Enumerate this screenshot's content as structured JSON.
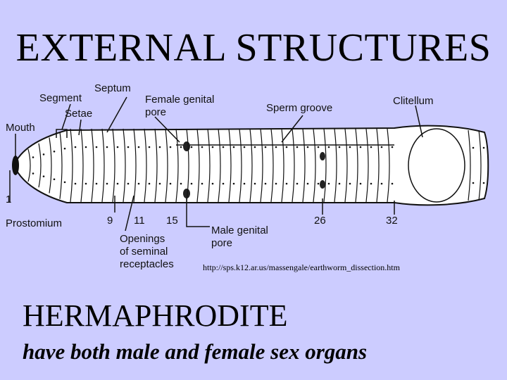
{
  "slide": {
    "title": "EXTERNAL STRUCTURES",
    "source_url": "http://sps.k12.ar.us/massengale/earthworm_dissection.htm",
    "heading": "HERMAPHRODITE",
    "subheading": "have both male and female sex organs"
  },
  "diagram": {
    "labels": {
      "segment": "Segment",
      "septum": "Septum",
      "setae": "Setae",
      "mouth": "Mouth",
      "female_pore_1": "Female genital",
      "female_pore_2": "pore",
      "sperm_groove": "Sperm groove",
      "clitellum": "Clitellum",
      "prostomium": "Prostomium",
      "n1": "1",
      "n9": "9",
      "n11": "11",
      "n15": "15",
      "n26": "26",
      "n32": "32",
      "openings_1": "Openings",
      "openings_2": "of seminal",
      "openings_3": "receptacles",
      "male_pore_1": "Male genital",
      "male_pore_2": "pore"
    }
  }
}
